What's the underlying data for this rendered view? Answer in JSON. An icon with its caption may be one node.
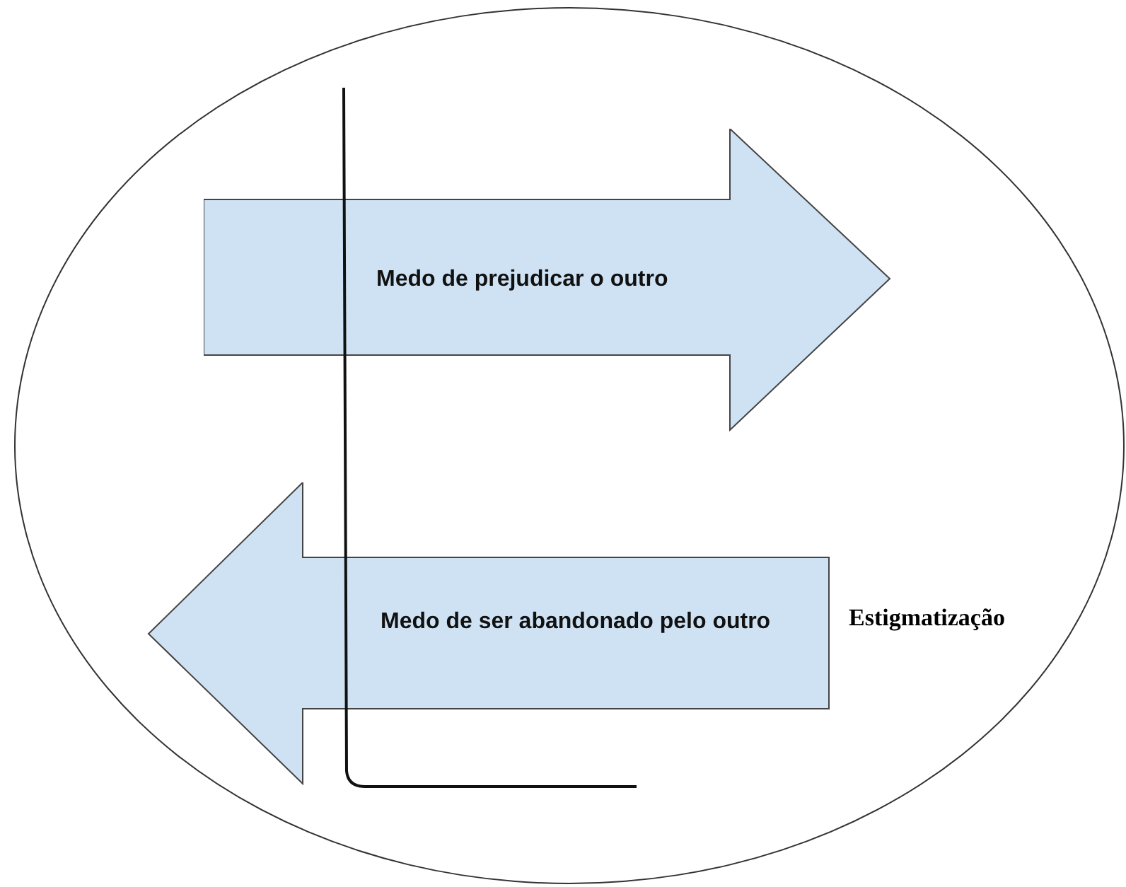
{
  "diagram": {
    "nodes": [
      {
        "text": [],
        "shape": "circle"
      },
      {
        "text": [
          "Medo de prejudicar o outro"
        ],
        "in": 0
      },
      {
        "text": [
          "Medo de ser abandonado pelo outro"
        ],
        "in": 0
      }
    ],
    "labels": [
      "Estigmatização"
    ]
  }
}
